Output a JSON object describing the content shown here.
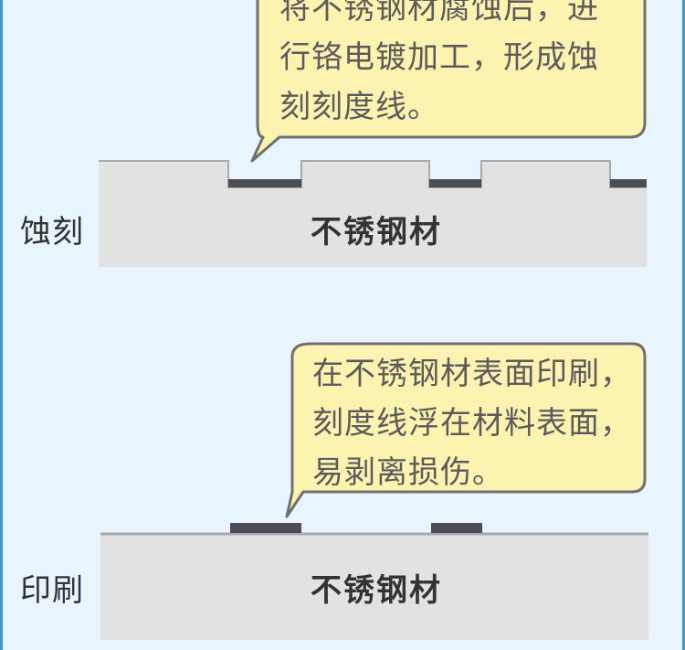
{
  "etching": {
    "label": "蚀刻",
    "material": "不锈钢材",
    "callout_lines": "将不锈钢材腐蚀后，进\n行铬电镀加工，形成蚀\n刻刻度线。"
  },
  "printing": {
    "label": "印刷",
    "material": "不锈钢材",
    "callout_lines": "在不锈钢材表面印刷，\n刻度线浮在材料表面，\n易剥离损伤。"
  },
  "colors": {
    "background": "#e9f5fc",
    "frame": "#3a98d6",
    "callout_fill": "#fdf3b0",
    "callout_border": "#6f6f6f",
    "steel": "#e2e2e2",
    "steel_edge": "#a9a9a9",
    "scale_line": "#4d4d55"
  }
}
